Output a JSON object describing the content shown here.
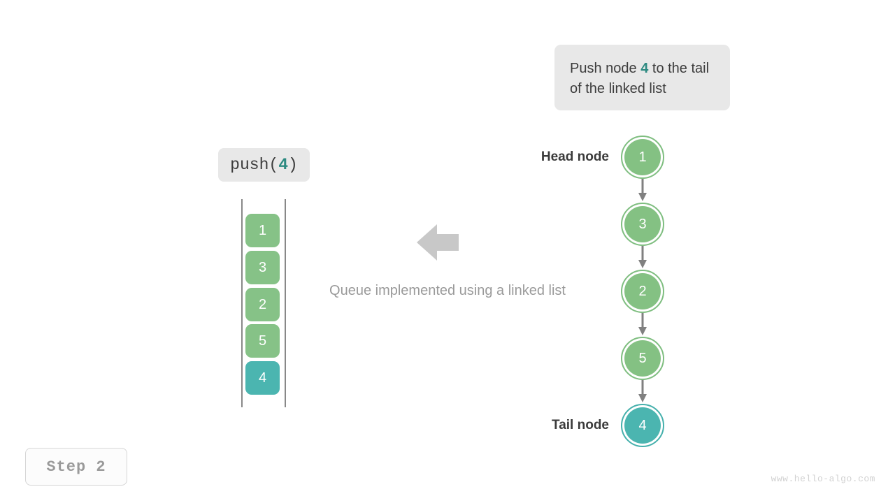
{
  "callout": {
    "text_before": "Push node ",
    "highlight": "4",
    "text_after": " to the tail of the linked list"
  },
  "operation": {
    "name": "push(",
    "argument": "4",
    "close": ")"
  },
  "queue": {
    "caption": "Queue implemented using a linked list",
    "arrow_icon": "arrow-left-icon",
    "items": [
      {
        "value": "1",
        "color": "#86c287"
      },
      {
        "value": "3",
        "color": "#86c287"
      },
      {
        "value": "2",
        "color": "#86c287"
      },
      {
        "value": "5",
        "color": "#86c287"
      },
      {
        "value": "4",
        "color": "#4bb5b0"
      }
    ]
  },
  "linked_list": {
    "head_label": "Head node",
    "tail_label": "Tail node",
    "nodes": [
      {
        "value": "1",
        "variant": "green"
      },
      {
        "value": "3",
        "variant": "green"
      },
      {
        "value": "2",
        "variant": "green"
      },
      {
        "value": "5",
        "variant": "green"
      },
      {
        "value": "4",
        "variant": "teal"
      }
    ]
  },
  "step": {
    "label": "Step 2"
  },
  "watermark": {
    "text": "www.hello-algo.com"
  },
  "colors": {
    "green_fill": "#84c183",
    "green_ring": "#7fbe80",
    "teal_fill": "#4bb5b0",
    "teal_ring": "#45b0ac",
    "accent_teal_text": "#2d8a81",
    "panel_bg": "#e8e8e8",
    "arrow_gray": "#c8c8c8",
    "connector_gray": "#808080"
  }
}
